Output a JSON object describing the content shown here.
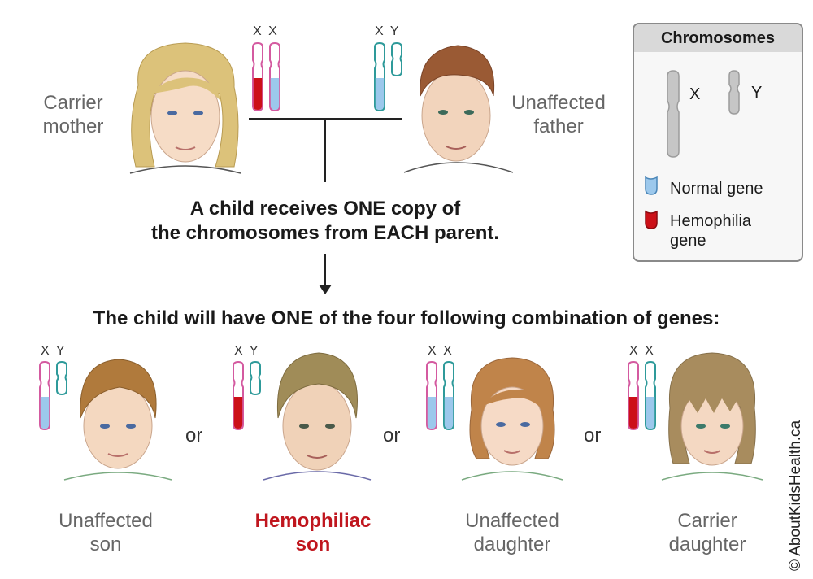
{
  "parents": {
    "mother": {
      "label_line1": "Carrier",
      "label_line2": "mother",
      "chromosomes": "X X",
      "genes": [
        "hemophilia",
        "normal"
      ]
    },
    "father": {
      "label_line1": "Unaffected",
      "label_line2": "father",
      "chromosomes": "X Y",
      "genes": [
        "normal"
      ]
    }
  },
  "explanation": {
    "line1": "A child receives ONE copy of",
    "line2": "the chromosomes from EACH parent."
  },
  "combination_heading": "The child will have ONE of the four following combination of genes:",
  "separator": "or",
  "children": [
    {
      "label_line1": "Unaffected",
      "label_line2": "son",
      "chromosomes": "X Y",
      "genes": [
        "normal"
      ],
      "highlight": false
    },
    {
      "label_line1": "Hemophiliac",
      "label_line2": "son",
      "chromosomes": "X Y",
      "genes": [
        "hemophilia"
      ],
      "highlight": true
    },
    {
      "label_line1": "Unaffected",
      "label_line2": "daughter",
      "chromosomes": "X X",
      "genes": [
        "normal",
        "normal"
      ],
      "highlight": false
    },
    {
      "label_line1": "Carrier",
      "label_line2": "daughter",
      "chromosomes": "X X",
      "genes": [
        "hemophilia",
        "normal"
      ],
      "highlight": false
    }
  ],
  "legend": {
    "title": "Chromosomes",
    "x_label": "X",
    "y_label": "Y",
    "normal_label": "Normal gene",
    "hemophilia_line1": "Hemophilia",
    "hemophilia_line2": "gene"
  },
  "copyright": "© AboutKidsHealth.ca",
  "colors": {
    "x_chromosome": "#d45aa0",
    "y_chromosome": "#2e9a9a",
    "normal_gene": "#9cc8ec",
    "hemophilia_gene": "#cc1018",
    "highlight_text": "#c0161e",
    "label_gray": "#666666"
  }
}
